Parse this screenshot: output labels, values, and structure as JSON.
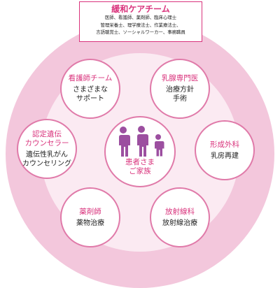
{
  "colors": {
    "accent": "#d9337c",
    "outer_ring": "#f3c7dc",
    "inner_disc": "#fbeaf2",
    "node_border": "#e07aa9",
    "family_figure": "#9c4fa0",
    "text": "#222222"
  },
  "care_team": {
    "title": "緩和ケアチーム",
    "members_line1": "医師、看護師、薬剤師、臨床心理士",
    "members_line2": "管理栄養士、理学療法士、作業療法士、",
    "members_line3": "言語聴覚士、ソーシャルワーカー、事務職員"
  },
  "center": {
    "icon": "family-icon",
    "line1": "患者さま",
    "line2": "ご家族"
  },
  "nodes": {
    "nurse": {
      "title": "看護師チーム",
      "desc1": "さまざまな",
      "desc2": "サポート"
    },
    "breast": {
      "title": "乳腺専門医",
      "desc1": "治療方針",
      "desc2": "手術"
    },
    "genetic": {
      "title1": "認定遺伝",
      "title2": "カウンセラー",
      "desc1": "遺伝性乳がん",
      "desc2": "カウンセリング"
    },
    "plastic": {
      "title": "形成外科",
      "desc1": "乳房再建"
    },
    "pharm": {
      "title": "薬剤師",
      "desc1": "薬物治療"
    },
    "rad": {
      "title": "放射線科",
      "desc1": "放射線治療"
    }
  }
}
